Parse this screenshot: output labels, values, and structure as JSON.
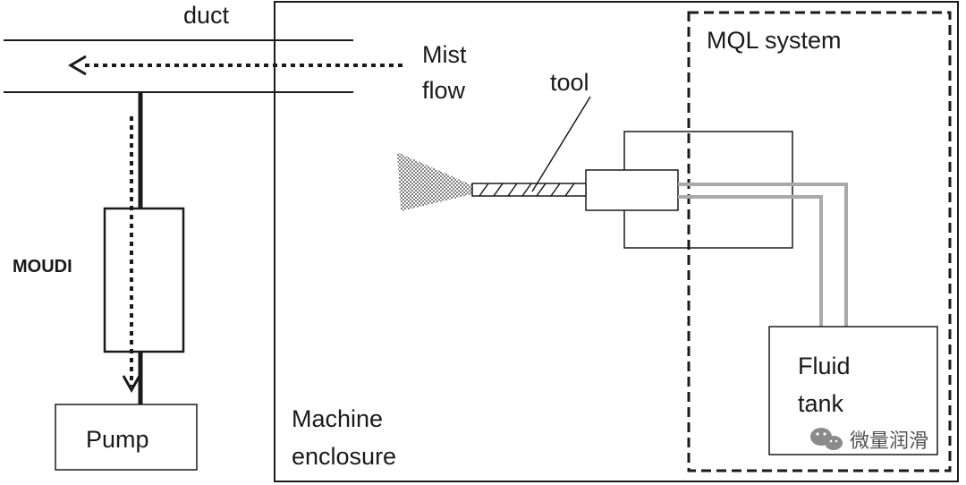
{
  "labels": {
    "duct": "duct",
    "mist_flow_line1": "Mist",
    "mist_flow_line2": "flow",
    "tool": "tool",
    "mql_system": "MQL system",
    "moudi": "MOUDI",
    "pump": "Pump",
    "machine_enclosure_line1": "Machine",
    "machine_enclosure_line2": "enclosure",
    "fluid_tank_line1": "Fluid",
    "fluid_tank_line2": "tank"
  },
  "watermark": {
    "text": "微量润滑",
    "icon": "wechat-icon"
  },
  "colors": {
    "line": "#1a1a1a",
    "supply_line": "#a9a9a9",
    "background": "#ffffff"
  }
}
